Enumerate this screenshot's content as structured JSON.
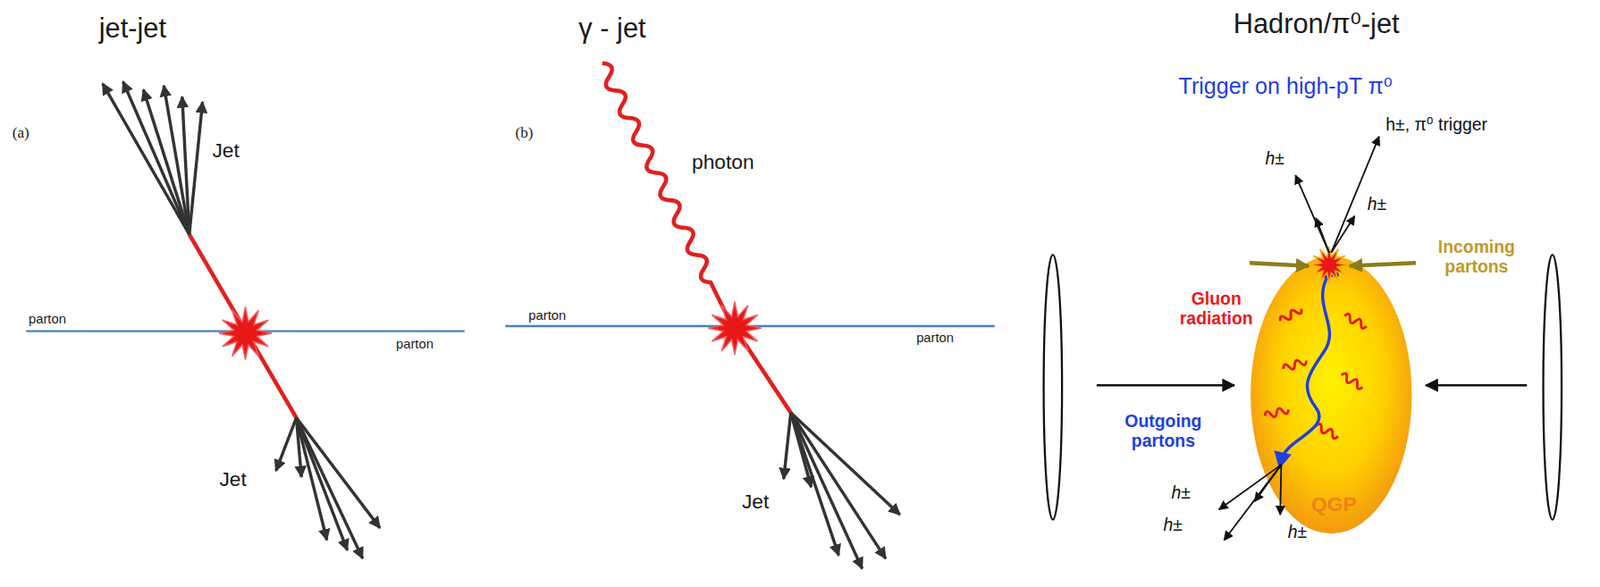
{
  "diagram": {
    "nodes": [
      {
        "text": [
          "QGP"
        ]
      }
    ],
    "labels": [
      "jet-jet",
      "(a)",
      "Jet",
      "parton",
      "parton",
      "Jet",
      "γ - jet",
      "(b)",
      "photon",
      "parton",
      "parton",
      "Jet",
      "Hadron/π⁰-jet",
      "Trigger on high-pT π⁰",
      "h±, π⁰ trigger",
      "h±",
      "h±",
      "Gluon radiation",
      "Incoming partons",
      "Outgoing partons",
      "h±",
      "h±",
      "h±"
    ]
  }
}
